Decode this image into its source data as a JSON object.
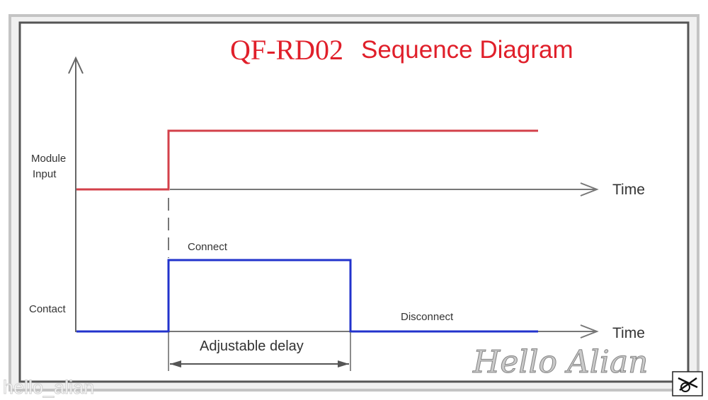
{
  "title": {
    "model": "QF-RD02",
    "text": "Sequence Diagram",
    "color": "#e01f2a"
  },
  "signals": [
    {
      "name": "Module Input",
      "label_line1": "Module",
      "label_line2": "Input",
      "color": "#d3404a",
      "state_before": "low",
      "state_after": "high"
    },
    {
      "name": "Contact",
      "label": "Contact",
      "color": "#2233cc",
      "states": [
        "low",
        "high",
        "low"
      ]
    }
  ],
  "axes": {
    "time_label_1": "Time",
    "time_label_2": "Time"
  },
  "annotations": {
    "connect": "Connect",
    "disconnect": "Disconnect",
    "delay": "Adjustable delay"
  },
  "watermarks": {
    "signature": "Hello Alian",
    "corner": "hello_alian"
  },
  "colors": {
    "frame_outer": "#b9b9b9",
    "frame_inner": "#555555",
    "axis": "#666666",
    "text": "#333333"
  }
}
